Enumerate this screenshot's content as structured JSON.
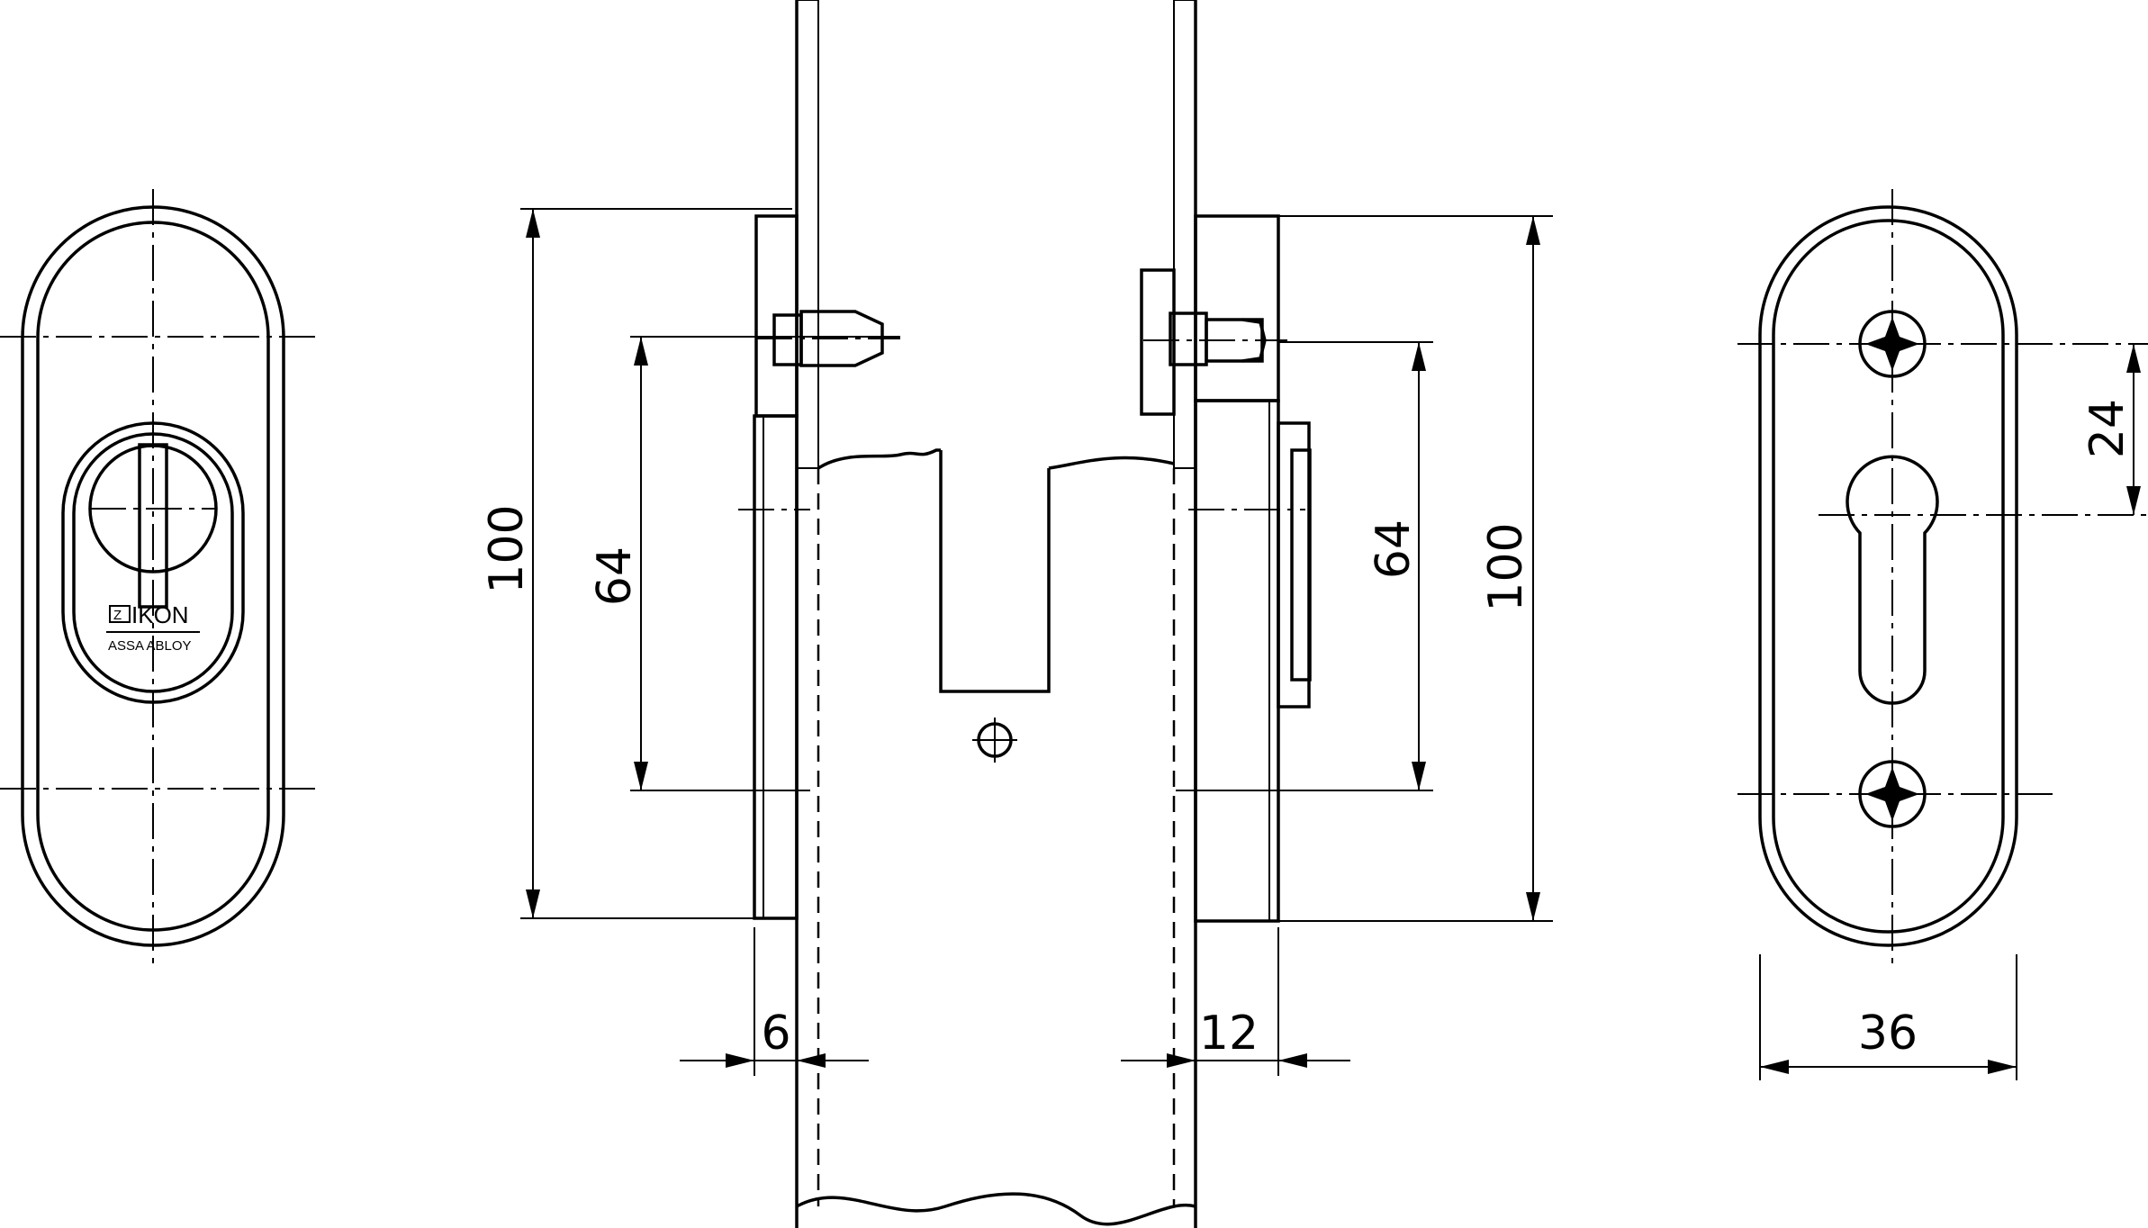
{
  "dimensions": {
    "left_height": "100",
    "left_hole_spacing": "64",
    "right_hole_spacing": "64",
    "right_height": "100",
    "screw_spacing": "24",
    "width": "36",
    "left_thickness": "6",
    "right_thickness": "12"
  },
  "logo": {
    "brand": "IKON",
    "mark": "Z",
    "subtitle": "ASSA ABLOY"
  },
  "icons": [
    "screw-cross-icon",
    "keyhole-icon",
    "cylinder-icon",
    "hole-symbol-icon"
  ]
}
